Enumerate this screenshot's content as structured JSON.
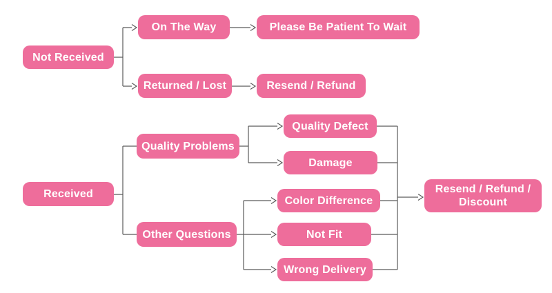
{
  "diagram": {
    "nodes": {
      "not_received": {
        "label": "Not Received"
      },
      "on_the_way": {
        "label": "On The Way"
      },
      "please_wait": {
        "label": "Please Be Patient To Wait"
      },
      "returned_lost": {
        "label": "Returned / Lost"
      },
      "resend_refund": {
        "label": "Resend / Refund"
      },
      "received": {
        "label": "Received"
      },
      "quality_problems": {
        "label": "Quality Problems"
      },
      "other_questions": {
        "label": "Other Questions"
      },
      "quality_defect": {
        "label": "Quality Defect"
      },
      "damage": {
        "label": "Damage"
      },
      "color_difference": {
        "label": "Color Difference"
      },
      "not_fit": {
        "label": "Not Fit"
      },
      "wrong_delivery": {
        "label": "Wrong Delivery"
      },
      "resend_refund_discount": {
        "label": "Resend / Refund / Discount"
      }
    },
    "edges": [
      {
        "from": "Not Received",
        "to": "On The Way"
      },
      {
        "from": "Not Received",
        "to": "Returned / Lost"
      },
      {
        "from": "On The Way",
        "to": "Please Be Patient To Wait"
      },
      {
        "from": "Returned / Lost",
        "to": "Resend / Refund"
      },
      {
        "from": "Received",
        "to": "Quality Problems"
      },
      {
        "from": "Received",
        "to": "Other Questions"
      },
      {
        "from": "Quality Problems",
        "to": "Quality Defect"
      },
      {
        "from": "Quality Problems",
        "to": "Damage"
      },
      {
        "from": "Other Questions",
        "to": "Color Difference"
      },
      {
        "from": "Other Questions",
        "to": "Not Fit"
      },
      {
        "from": "Other Questions",
        "to": "Wrong Delivery"
      },
      {
        "from": "Quality Defect",
        "to": "Resend / Refund / Discount"
      },
      {
        "from": "Damage",
        "to": "Resend / Refund / Discount"
      },
      {
        "from": "Color Difference",
        "to": "Resend / Refund / Discount"
      },
      {
        "from": "Not Fit",
        "to": "Resend / Refund / Discount"
      },
      {
        "from": "Wrong Delivery",
        "to": "Resend / Refund / Discount"
      }
    ],
    "colors": {
      "node_fill": "#ee6d9b",
      "node_text": "#ffffff",
      "connector": "#5a5a5a"
    }
  }
}
